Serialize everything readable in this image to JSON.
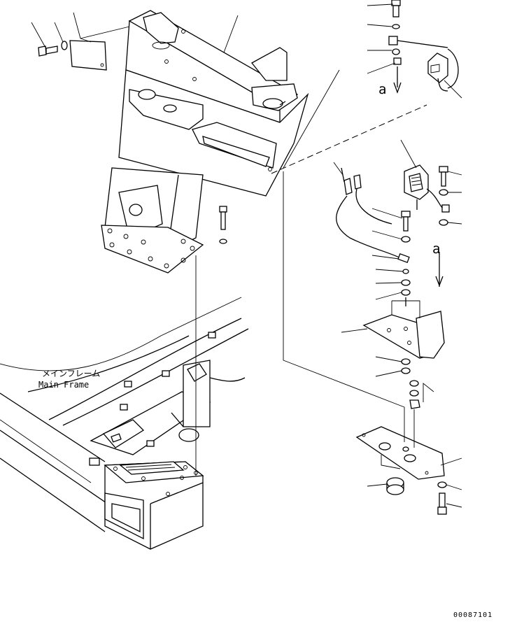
{
  "labels": {
    "main_frame_jp": "メインフレーム",
    "main_frame_en": "Main Frame",
    "view_arrow_upper": "a",
    "view_arrow_lower": "a",
    "drawing_number": "00087101"
  },
  "colors": {
    "line": "#000000",
    "background": "#ffffff"
  }
}
